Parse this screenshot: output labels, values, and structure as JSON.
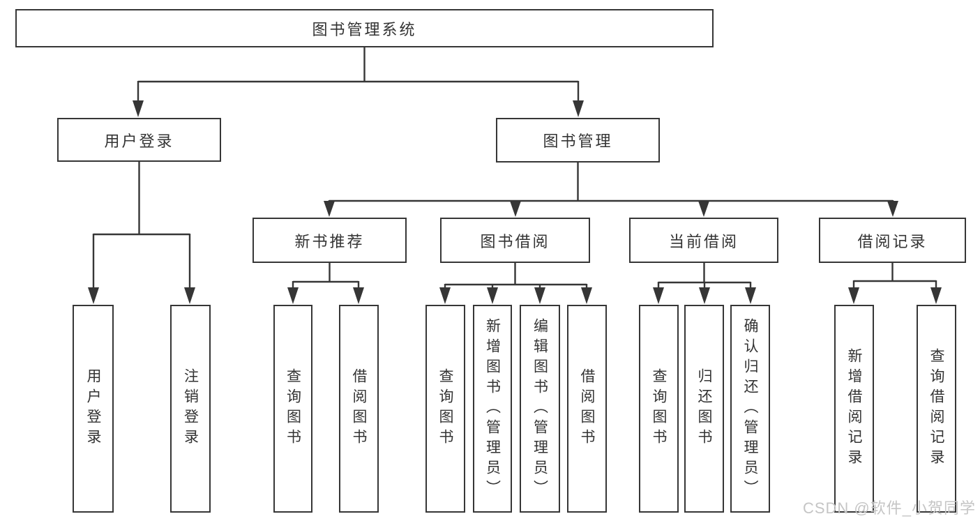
{
  "watermark": "CSDN @软件_小贺同学",
  "colors": {
    "line": "#363636",
    "text": "#333333",
    "watermark": "#c5c5c5",
    "background": "#ffffff"
  },
  "diagram": {
    "type": "org-tree",
    "root": {
      "label": "图书管理系统"
    },
    "level2": [
      {
        "label": "用户登录",
        "children": [
          {
            "label": "用户登录"
          },
          {
            "label": "注销登录"
          }
        ]
      },
      {
        "label": "图书管理",
        "children": [
          {
            "label": "新书推荐",
            "children": [
              {
                "label": "查询图书"
              },
              {
                "label": "借阅图书"
              }
            ]
          },
          {
            "label": "图书借阅",
            "children": [
              {
                "label": "查询图书"
              },
              {
                "label": "新增图书（管理员）"
              },
              {
                "label": "编辑图书（管理员）"
              },
              {
                "label": "借阅图书"
              }
            ]
          },
          {
            "label": "当前借阅",
            "children": [
              {
                "label": "查询图书"
              },
              {
                "label": "归还图书"
              },
              {
                "label": "确认归还（管理员）"
              }
            ]
          },
          {
            "label": "借阅记录",
            "children": [
              {
                "label": "新增借阅记录"
              },
              {
                "label": "查询借阅记录"
              }
            ]
          }
        ]
      }
    ]
  }
}
